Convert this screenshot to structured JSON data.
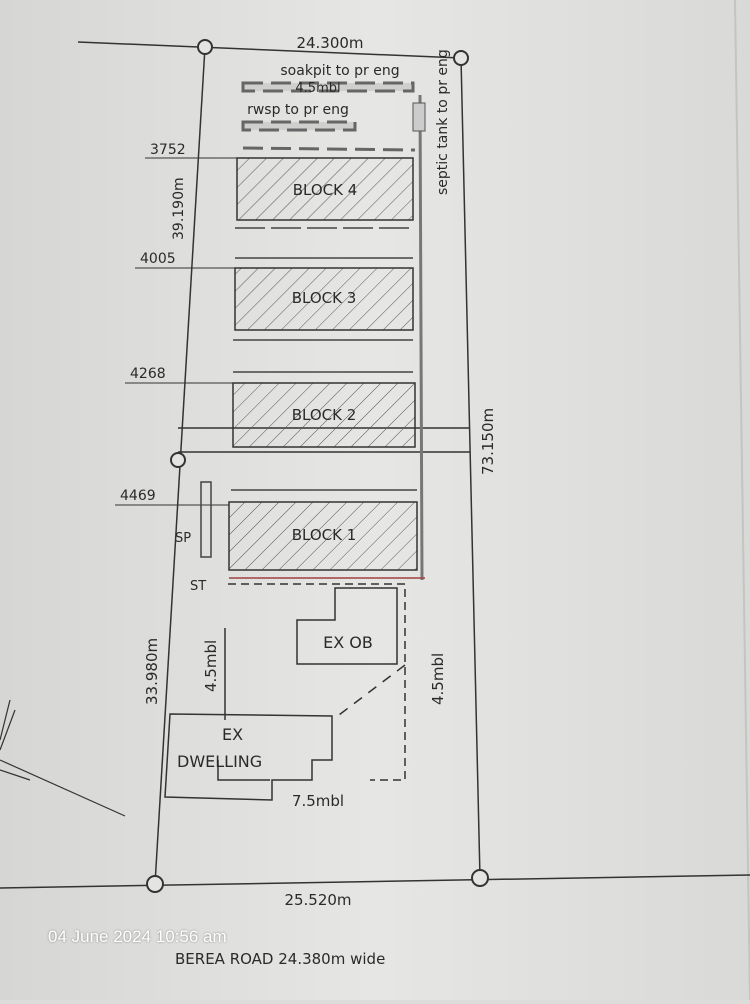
{
  "plan": {
    "top_width": "24.300m",
    "bottom_width": "25.520m",
    "right_length": "73.150m",
    "upper_left_length": "39.190m",
    "lower_left_length": "33.980m",
    "road": "BEREA ROAD 24.380m wide",
    "soakpit_note": "soakpit to pr eng",
    "rear_building_line": "4.5mbl",
    "rwsp_note": "rwsp to pr eng",
    "septic_note": "septic tank to pr eng",
    "blocks": [
      {
        "label": "BLOCK 4",
        "offset": "3752"
      },
      {
        "label": "BLOCK 3",
        "offset": "4005"
      },
      {
        "label": "BLOCK 2",
        "offset": "4268"
      },
      {
        "label": "BLOCK 1",
        "offset": "4469"
      }
    ],
    "sp_label": "SP",
    "st_label": "ST",
    "existing_outbuilding": "EX OB",
    "existing_dwelling_line1": "EX",
    "existing_dwelling_line2": "DWELLING",
    "left_building_line": "4.5mbl",
    "right_building_line": "4.5mbl",
    "front_building_line": "7.5mbl"
  },
  "photo_timestamp": "04 June 2024 10:56 am"
}
